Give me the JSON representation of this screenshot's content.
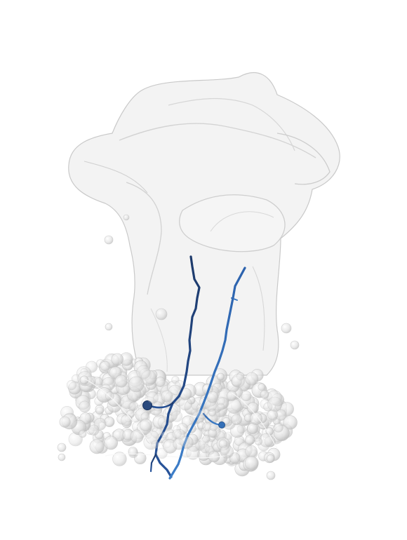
{
  "scene": {
    "background": "#ffffff",
    "description_visible_text": "",
    "colors": {
      "mesh_fill": "#e9e9e9",
      "mesh_stroke": "#bdbdbd",
      "sphere_light": "#f4f4f4",
      "sphere_shadow": "#bcbcbc",
      "neuron_dark": "#1f3f73",
      "neuron_mid": "#2b5da3",
      "neuron_light": "#3a7cc7"
    },
    "objects": [
      {
        "name": "translucent-neuropil-mesh",
        "kind": "surface"
      },
      {
        "name": "cell-body-cluster",
        "kind": "sphere-cloud"
      },
      {
        "name": "neuron-skeleton-a",
        "kind": "traced-neurite",
        "color": "#1f3f73"
      },
      {
        "name": "neuron-skeleton-b",
        "kind": "traced-neurite",
        "color": "#2f6fba"
      }
    ]
  }
}
